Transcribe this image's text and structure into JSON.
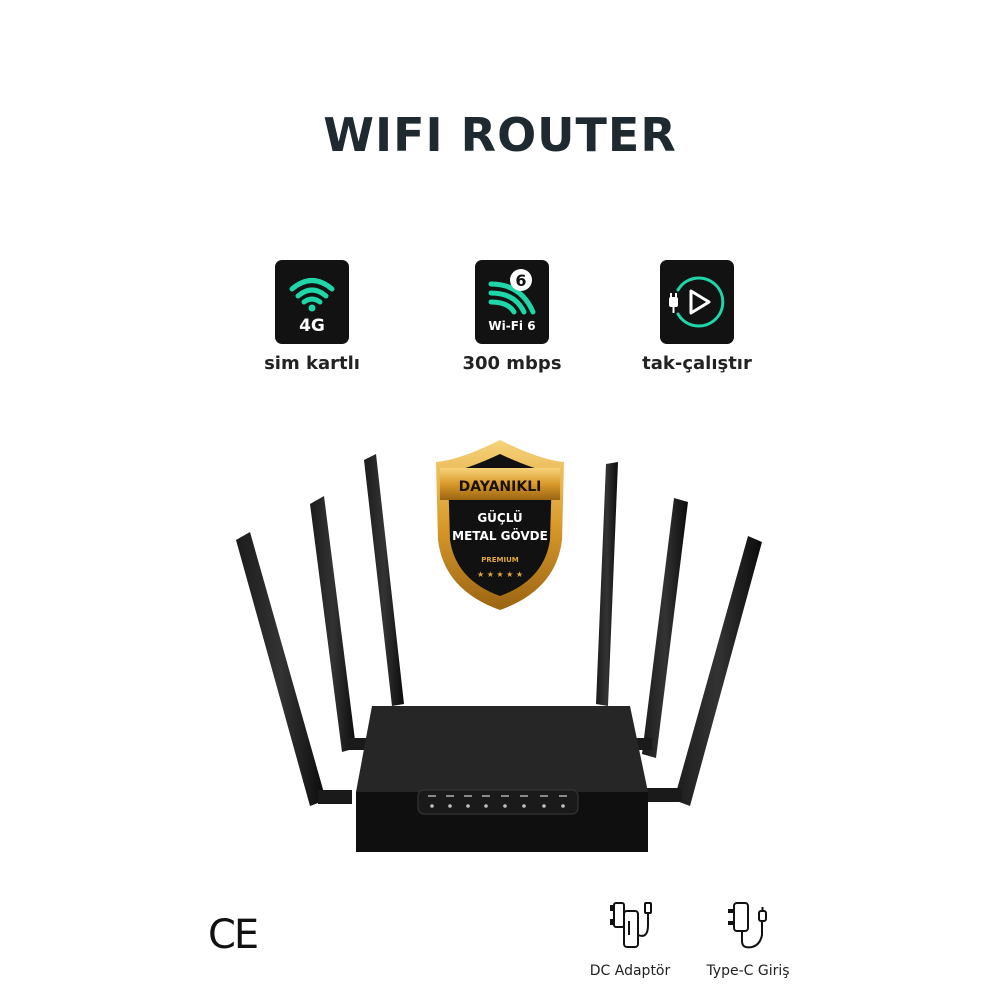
{
  "title": "WIFI ROUTER",
  "features": [
    {
      "icon": "wifi-4g-icon",
      "badge": "4G",
      "label": "sim kartlı"
    },
    {
      "icon": "wifi-6-icon",
      "badge_number": "6",
      "badge": "Wi-Fi 6",
      "label": "300 mbps"
    },
    {
      "icon": "plug-play-icon",
      "label": "tak-çalıştır"
    }
  ],
  "shield": {
    "top": "DAYANIKLI",
    "line1": "GÜÇLÜ",
    "line2": "METAL GÖVDE",
    "bottom": "PREMIUM",
    "stars": "★ ★ ★ ★ ★"
  },
  "ce_mark": "CE",
  "accessories": [
    {
      "icon": "dc-adapter-icon",
      "label": "DC Adaptör"
    },
    {
      "icon": "type-c-charger-icon",
      "label": "Type-C Giriş"
    }
  ],
  "colors": {
    "title": "#1f2a30",
    "accent": "#1fd6a8",
    "tile": "#121212",
    "gold": "#e0a83a",
    "router": "#0f0f0f"
  }
}
